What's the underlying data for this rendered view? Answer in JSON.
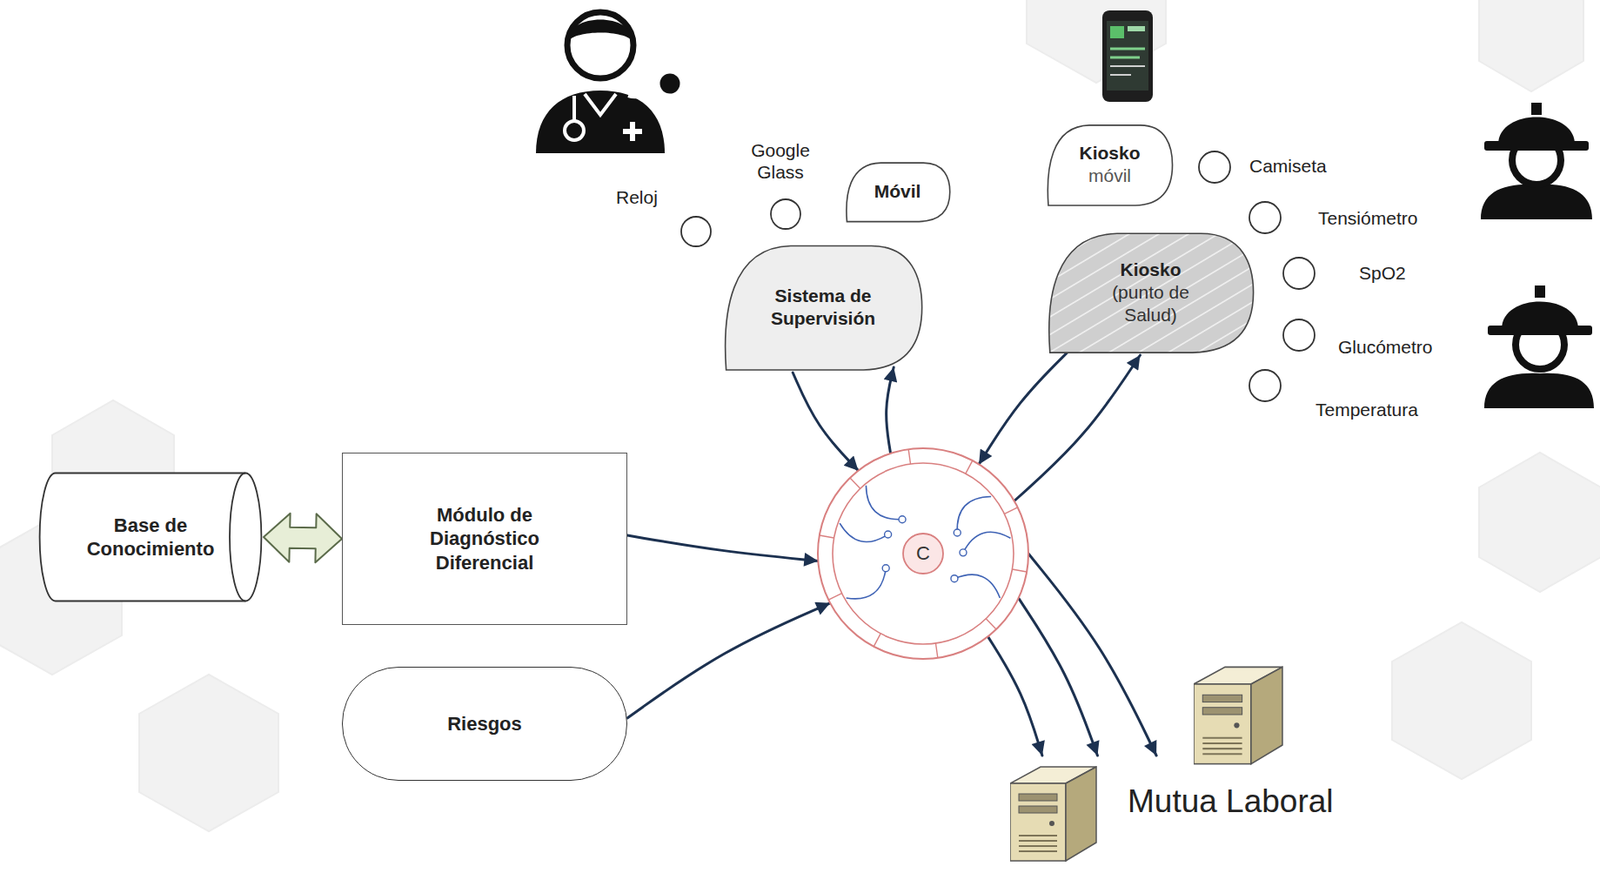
{
  "diagram": {
    "nodes": [
      {
        "text": [
          "Base de Conocimiento"
        ]
      },
      {
        "text": [
          "Módulo de Diagnóstico Diferencial"
        ]
      },
      {
        "text": [
          "Riesgos"
        ]
      },
      {
        "text": [
          "C"
        ]
      },
      {
        "text": [
          "Sistema de Supervisión"
        ]
      },
      {
        "text": [
          "Kiosko",
          "(punto de Salud)"
        ]
      },
      {
        "text": [
          "Móvil"
        ]
      },
      {
        "text": [
          "Kiosko",
          "móvil"
        ]
      },
      {
        "text": [
          "Mutua Laboral"
        ]
      }
    ],
    "edges": [
      {
        "from": 0,
        "to": 1,
        "arrow": "both"
      },
      {
        "from": 1,
        "to": 3,
        "arrow": "to"
      },
      {
        "from": 2,
        "to": 3,
        "arrow": "to"
      },
      {
        "from": 4,
        "to": 3,
        "arrow": "to"
      },
      {
        "from": 3,
        "to": 4,
        "arrow": "to"
      },
      {
        "from": 3,
        "to": 5,
        "arrow": "to"
      },
      {
        "from": 5,
        "to": 3,
        "arrow": "to"
      },
      {
        "from": 3,
        "to": 8,
        "arrow": "to"
      },
      {
        "from": 3,
        "to": 8,
        "arrow": "to"
      },
      {
        "from": 3,
        "to": 8,
        "arrow": "to"
      }
    ],
    "labels": [
      "Reloj",
      "Google Glass",
      "Camiseta",
      "Tensiómetro",
      "SpO2",
      "Glucómetro",
      "Temperatura"
    ]
  }
}
